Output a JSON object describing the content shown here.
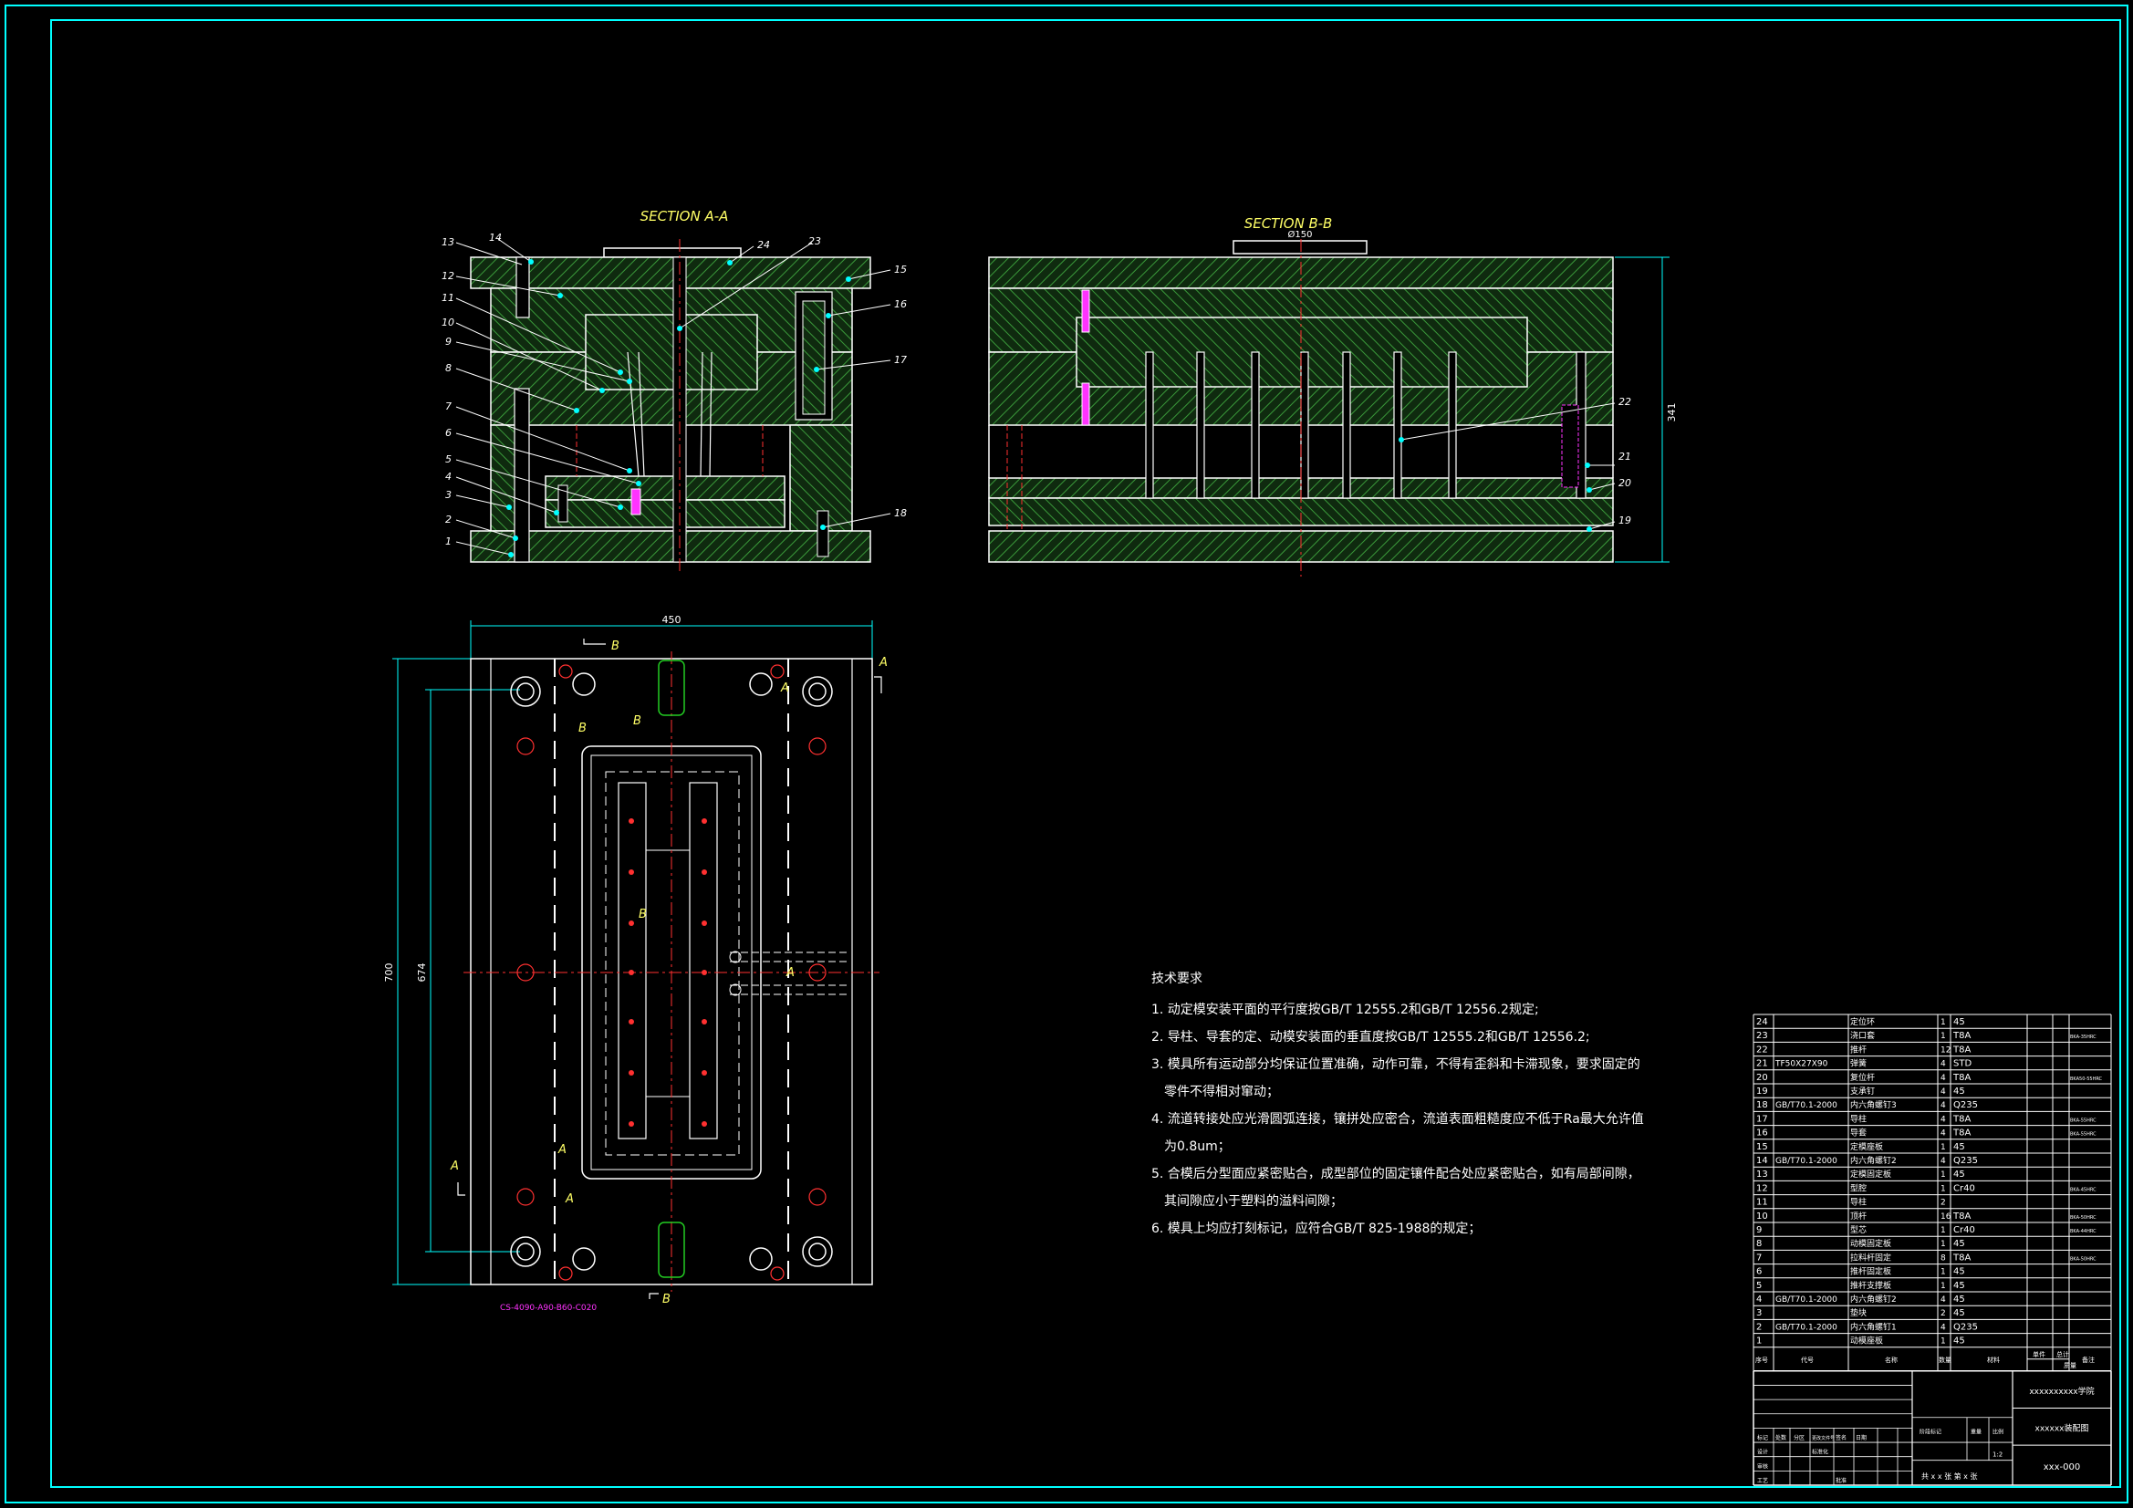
{
  "colors": {
    "border": "#00ffff",
    "line": "#ffffff",
    "hatch": "#2e8b2e",
    "hatch_fill": "#0f2a0f",
    "label": "#ffff66",
    "center": "#ff3030",
    "balloon": "#00ffff",
    "magenta": "#ff33ff"
  },
  "sections": {
    "aa_title": "SECTION A-A",
    "bb_title": "SECTION B-B"
  },
  "dims": {
    "width_450": "450",
    "height_700": "700",
    "inner_674": "674",
    "bb_total": "341",
    "bb_top": "Ø150"
  },
  "markers": {
    "a": "A",
    "b": "B"
  },
  "aa_balloons": [
    "1",
    "2",
    "3",
    "4",
    "5",
    "6",
    "7",
    "8",
    "9",
    "10",
    "11",
    "12",
    "13",
    "14",
    "15",
    "16",
    "17",
    "18",
    "23",
    "24"
  ],
  "bb_balloons": [
    "19",
    "20",
    "21",
    "22"
  ],
  "magenta_note": "CS-4090-A90-B60-C020",
  "tech": {
    "title": "技术要求",
    "lines": [
      "1. 动定模安装平面的平行度按GB/T 12555.2和GB/T 12556.2规定;",
      "2. 导柱、导套的定、动模安装面的垂直度按GB/T 12555.2和GB/T 12556.2;",
      "3. 模具所有运动部分均保证位置准确，动作可靠，不得有歪斜和卡滞现象，要求固定的",
      "零件不得相对窜动；",
      "4. 流道转接处应光滑圆弧连接，镶拼处应密合，流道表面粗糙度应不低于Ra最大允许值",
      "为0.8um；",
      "5. 合模后分型面应紧密贴合，成型部位的固定镶件配合处应紧密贴合，如有局部间隙，",
      "其间隙应小于塑料的溢料间隙；",
      "6. 模具上均应打刻标记，应符合GB/T 825-1988的规定；"
    ]
  },
  "bom": {
    "rows": [
      {
        "no": "24",
        "code": "",
        "name": "定位环",
        "qty": "1",
        "mat": "45",
        "note": ""
      },
      {
        "no": "23",
        "code": "",
        "name": "浇口套",
        "qty": "1",
        "mat": "T8A",
        "note": "BKA-35HRC"
      },
      {
        "no": "22",
        "code": "",
        "name": "推杆",
        "qty": "12",
        "mat": "T8A",
        "note": ""
      },
      {
        "no": "21",
        "code": "TF50X27X90",
        "name": "弹簧",
        "qty": "4",
        "mat": "STD",
        "note": ""
      },
      {
        "no": "20",
        "code": "",
        "name": "复位杆",
        "qty": "4",
        "mat": "T8A",
        "note": "BKA50-55HRC"
      },
      {
        "no": "19",
        "code": "",
        "name": "支承钉",
        "qty": "4",
        "mat": "45",
        "note": ""
      },
      {
        "no": "18",
        "code": "GB/T70.1-2000",
        "name": "内六角螺钉3",
        "qty": "4",
        "mat": "Q235",
        "note": ""
      },
      {
        "no": "17",
        "code": "",
        "name": "导柱",
        "qty": "4",
        "mat": "T8A",
        "note": "BKA-55HRC"
      },
      {
        "no": "16",
        "code": "",
        "name": "导套",
        "qty": "4",
        "mat": "T8A",
        "note": "BKA-55HRC"
      },
      {
        "no": "15",
        "code": "",
        "name": "定模座板",
        "qty": "1",
        "mat": "45",
        "note": ""
      },
      {
        "no": "14",
        "code": "GB/T70.1-2000",
        "name": "内六角螺钉2",
        "qty": "4",
        "mat": "Q235",
        "note": ""
      },
      {
        "no": "13",
        "code": "",
        "name": "定模固定板",
        "qty": "1",
        "mat": "45",
        "note": ""
      },
      {
        "no": "12",
        "code": "",
        "name": "型腔",
        "qty": "1",
        "mat": "Cr40",
        "note": "BKA-45HRC"
      },
      {
        "no": "11",
        "code": "",
        "name": "导柱",
        "qty": "2",
        "mat": "",
        "note": ""
      },
      {
        "no": "10",
        "code": "",
        "name": "顶杆",
        "qty": "16",
        "mat": "T8A",
        "note": "BKA-50HRC"
      },
      {
        "no": "9",
        "code": "",
        "name": "型芯",
        "qty": "1",
        "mat": "Cr40",
        "note": "BKA-44HRC"
      },
      {
        "no": "8",
        "code": "",
        "name": "动模固定板",
        "qty": "1",
        "mat": "45",
        "note": ""
      },
      {
        "no": "7",
        "code": "",
        "name": "拉料杆固定",
        "qty": "8",
        "mat": "T8A",
        "note": "BKA-50HRC"
      },
      {
        "no": "6",
        "code": "",
        "name": "推杆固定板",
        "qty": "1",
        "mat": "45",
        "note": ""
      },
      {
        "no": "5",
        "code": "",
        "name": "推杆支撑板",
        "qty": "1",
        "mat": "45",
        "note": ""
      },
      {
        "no": "4",
        "code": "GB/T70.1-2000",
        "name": "内六角螺钉2",
        "qty": "4",
        "mat": "45",
        "note": ""
      },
      {
        "no": "3",
        "code": "",
        "name": "垫块",
        "qty": "2",
        "mat": "45",
        "note": ""
      },
      {
        "no": "2",
        "code": "GB/T70.1-2000",
        "name": "内六角螺钉1",
        "qty": "4",
        "mat": "Q235",
        "note": ""
      },
      {
        "no": "1",
        "code": "",
        "name": "动模座板",
        "qty": "1",
        "mat": "45",
        "note": ""
      }
    ],
    "header": [
      "序号",
      "代号",
      "名称",
      "数量",
      "材料",
      "单件",
      "总计",
      "备注"
    ],
    "header_sub": "质量",
    "title_block": {
      "school": "xxxxxxxxxx学院",
      "drawing_name": "xxxxxx装配图",
      "drawing_no": "xxx-000",
      "scale_value": "1:2",
      "sheets": "共 x x 张   第 x 张",
      "cells": [
        "标记",
        "处数",
        "分区",
        "更改文件号",
        "签名",
        "日期",
        "设计",
        "标准化",
        "阶段标记",
        "重量",
        "比例",
        "审核",
        "工艺",
        "批准"
      ]
    }
  }
}
